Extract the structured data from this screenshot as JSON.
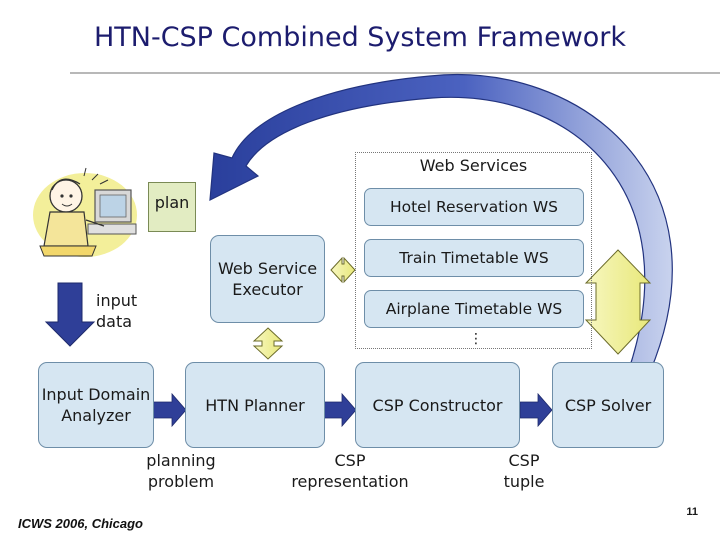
{
  "title": "HTN-CSP Combined System Framework",
  "web_services": {
    "title": "Web Services",
    "items": [
      "Hotel Reservation WS",
      "Train Timetable WS",
      "Airplane Timetable WS"
    ],
    "more": "⋮"
  },
  "components": {
    "executor": "Web Service Executor",
    "domain_analyzer": "Input Domain Analyzer",
    "htn_planner": "HTN Planner",
    "csp_constructor": "CSP Constructor",
    "csp_solver": "CSP Solver"
  },
  "labels": {
    "plan": "plan",
    "input_data": "input data",
    "planning_problem": "planning problem",
    "csp_representation": "CSP representation",
    "csp_tuple": "CSP tuple"
  },
  "footer": "ICWS 2006, Chicago",
  "page_number": "11"
}
